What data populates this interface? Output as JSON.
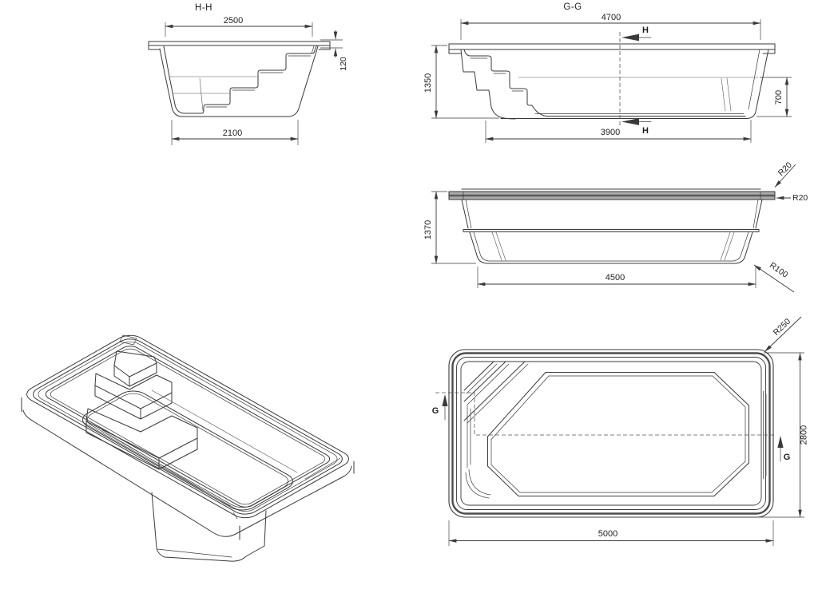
{
  "drawing": {
    "background": "#ffffff",
    "line_color": "#3a3a3a",
    "text_color": "#1f1f1f",
    "rim_fill": "#ababab"
  },
  "views": {
    "section_hh": {
      "title": "H-H",
      "dim_top_width": "2500",
      "dim_lip_height": "120",
      "dim_bottom_width": "2100"
    },
    "section_gg": {
      "title": "G-G",
      "dim_top_length": "4700",
      "dim_height": "1350",
      "dim_end_depth": "700",
      "dim_bottom_length": "3900",
      "cut_label_top": "H",
      "cut_label_bottom": "H"
    },
    "side_view": {
      "dim_height": "1370",
      "dim_bottom_length": "4500",
      "radius_top_corner": "R20",
      "radius_rim_edge": "R20",
      "radius_bottom_corner": "R100"
    },
    "plan_view": {
      "dim_length": "5000",
      "dim_width": "2800",
      "radius_corner": "R250",
      "cut_label_left": "G",
      "cut_label_right": "G"
    }
  }
}
